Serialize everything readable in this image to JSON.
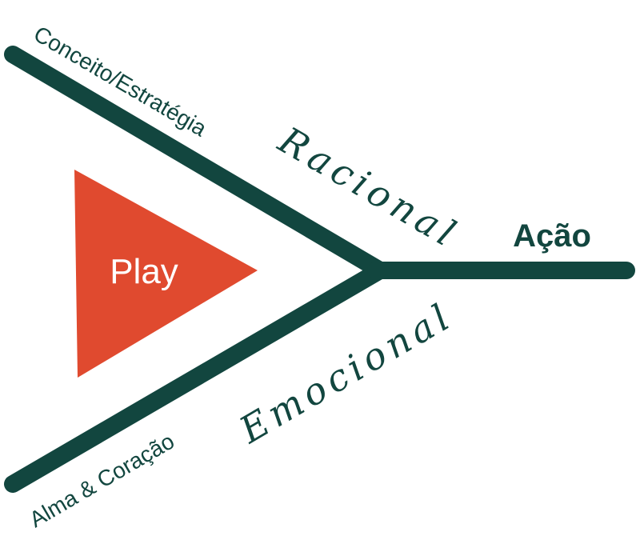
{
  "colors": {
    "line": "#12463f",
    "play": "#e04a2f",
    "play_text": "#ffffff"
  },
  "labels": {
    "upper_branch": "Conceito/Estratégia",
    "lower_branch": "Alma & Coração",
    "upper_script": "Racional",
    "lower_script": "Emocional",
    "output": "Ação",
    "play": "Play"
  }
}
